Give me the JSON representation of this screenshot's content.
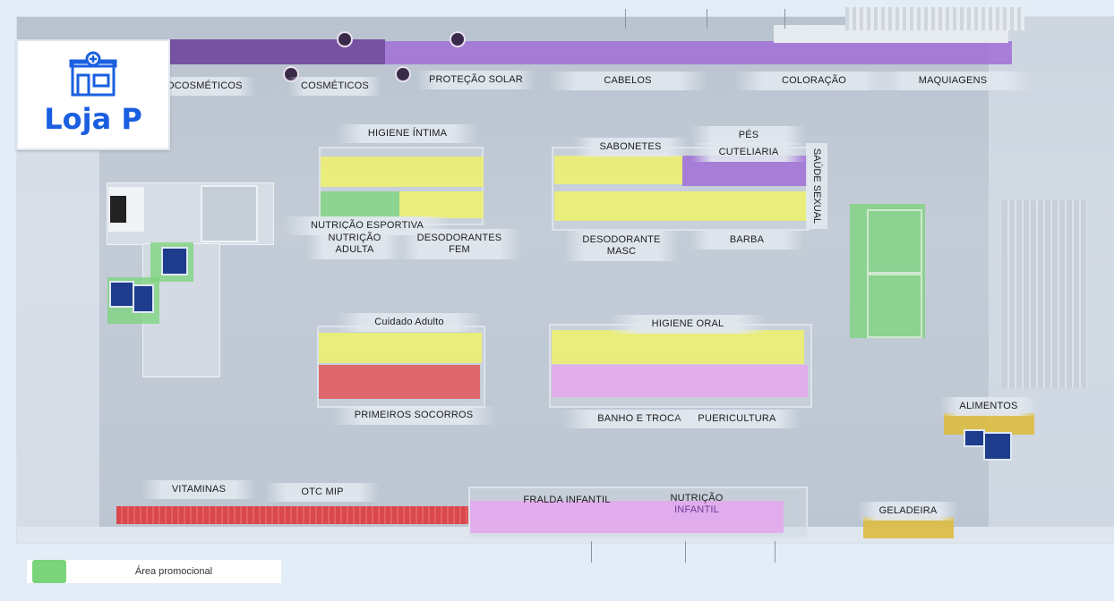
{
  "store": {
    "name": "Loja P",
    "icon": "store-icon"
  },
  "legend": {
    "label": "Área promocional",
    "color": "#79d47a"
  },
  "colors": {
    "yellow": "#ecef74",
    "purple": "#a06fd6",
    "pink": "#e3a9ec",
    "red": "#e05c5f",
    "green": "#79d47a",
    "gold": "#dcbc40",
    "brand_blue": "#1a5fe0"
  },
  "labels": {
    "dermocosmeticos": "OCOSMÉTICOS",
    "cosmeticos": "COSMÉTICOS",
    "protecao_solar": "PROTEÇÃO SOLAR",
    "cabelos": "CABELOS",
    "coloracao": "COLORAÇÃO",
    "maquiagens": "MAQUIAGENS",
    "higiene_intima": "HIGIENE ÍNTIMA",
    "nutricao_esportiva": "NUTRIÇÃO ESPORTIVA",
    "nutricao_adulta_1": "NUTRIÇÃO",
    "nutricao_adulta_2": "ADULTA",
    "desodorantes_fem_1": "DESODORANTES",
    "desodorantes_fem_2": "FEM",
    "sabonetes": "SABONETES",
    "pes": "PÉS",
    "cuteliaria": "CUTELIARIA",
    "saude_sexual": "SAÚDE SEXUAL",
    "desodorante_masc_1": "DESODORANTE",
    "desodorante_masc_2": "MASC",
    "barba": "BARBA",
    "cuidado_adulto": "Cuidado Adulto",
    "primeiros_socorros": "PRIMEIROS SOCORROS",
    "higiene_oral": "HIGIENE ORAL",
    "banho_troca": "BANHO E TROCA",
    "puericultura": "PUERICULTURA",
    "alimentos": "ALIMENTOS",
    "vitaminas": "VITAMINAS",
    "otc_mip": "OTC MIP",
    "fralda_infantil": "FRALDA INFANTIL",
    "nutricao_infantil_1": "NUTRIÇÃO",
    "nutricao_infantil_2": "INFANTIL",
    "geladeira": "GELADEIRA"
  }
}
